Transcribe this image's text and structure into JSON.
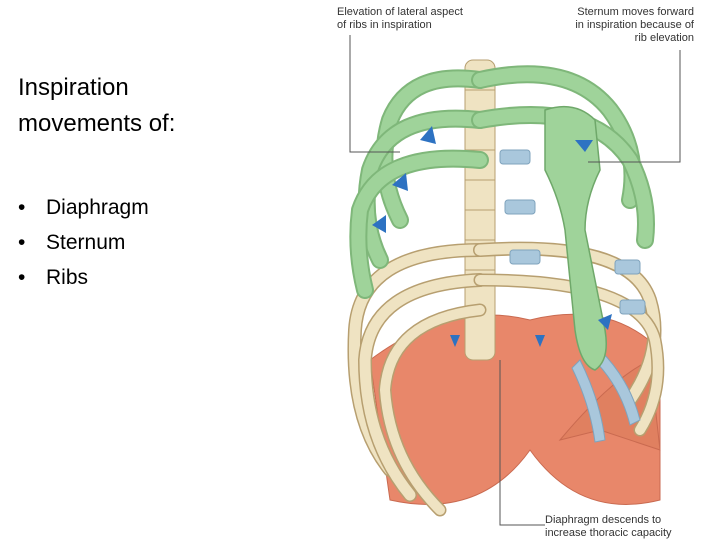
{
  "slide": {
    "title_lines": [
      "Inspiration",
      "movements of:"
    ],
    "bullets": [
      "Diaphragm",
      "Sternum",
      "Ribs"
    ],
    "bullet_symbol": "•"
  },
  "figure": {
    "callouts": {
      "lateral_ribs": [
        "Elevation of lateral aspect",
        "of ribs in inspiration"
      ],
      "sternum": [
        "Sternum moves forward",
        "in inspiration because of",
        "rib elevation"
      ],
      "diaphragm": [
        "Diaphragm descends to",
        "increase thoracic capacity"
      ]
    },
    "colors": {
      "bone": "#efe3c2",
      "bone_outline": "#b79f70",
      "highlight_green": "#9fd39a",
      "cartilage": "#a9c7dc",
      "muscle": "#e8876a",
      "arrow_blue": "#2d72c2"
    }
  }
}
